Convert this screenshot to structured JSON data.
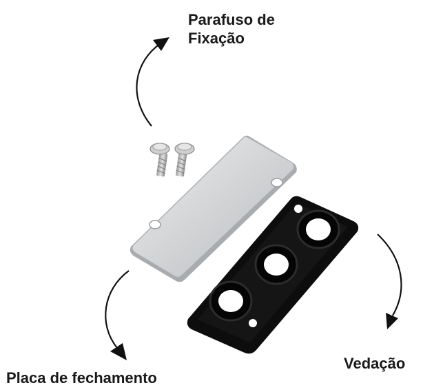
{
  "labels": {
    "screw_line1": "Parafuso de",
    "screw_line2": "Fixação",
    "seal": "Vedação",
    "plate": "Placa de fechamento"
  },
  "parts": {
    "screws": {
      "count": 2,
      "color": "#b8b8b8"
    },
    "plate": {
      "color": "#d4d6d8"
    },
    "gasket": {
      "color": "#111111",
      "ports": 3
    }
  },
  "arrows": {
    "color": "#111111"
  }
}
